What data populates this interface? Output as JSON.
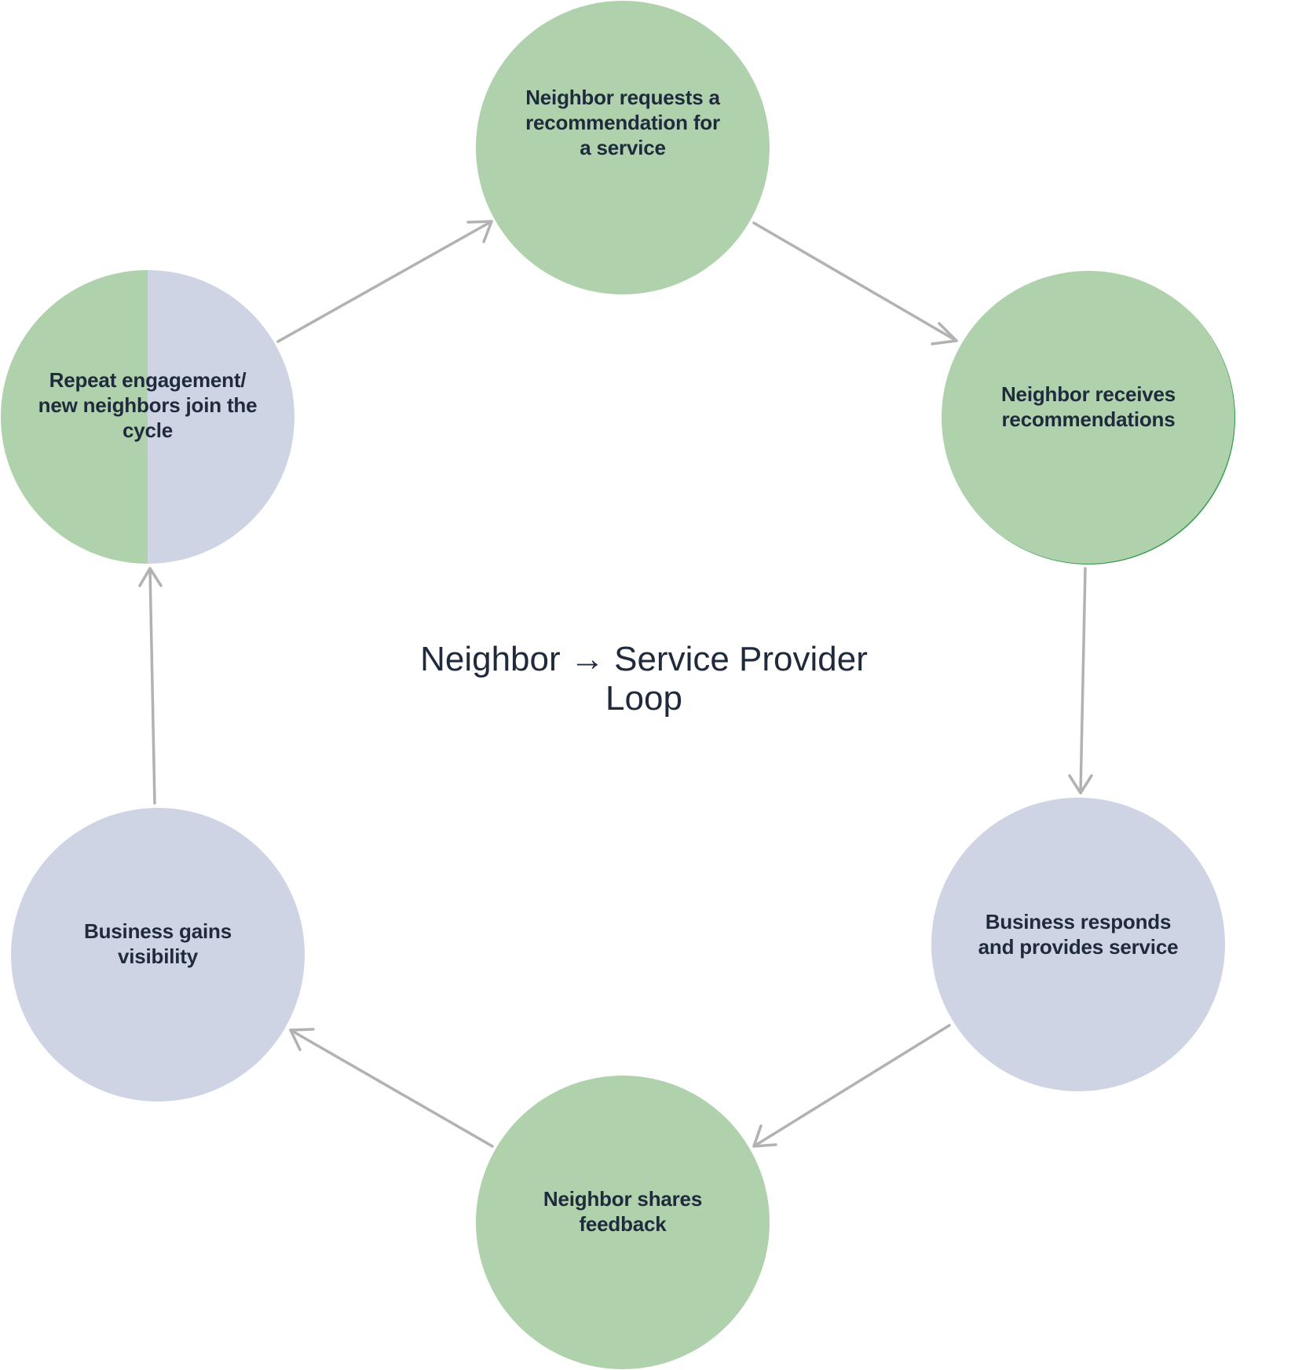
{
  "diagram": {
    "title": "Neighbor → Service Provider\nLoop",
    "nodes": [
      {
        "label": "Neighbor requests a\nrecommendation for\na service",
        "color": "green"
      },
      {
        "label": "Neighbor receives\nrecommendations",
        "color": "green"
      },
      {
        "label": "Business responds\nand provides service",
        "color": "blue"
      },
      {
        "label": "Neighbor shares\nfeedback",
        "color": "green"
      },
      {
        "label": "Business gains\nvisibility",
        "color": "blue"
      },
      {
        "label": "Repeat engagement/\nnew neighbors join the\ncycle",
        "color": "green-blue-split"
      }
    ],
    "colors": {
      "green": "#afd1ac",
      "blue": "#ced4e3",
      "arrow": "#b2b2b2",
      "text": "#1f2a3c"
    }
  }
}
